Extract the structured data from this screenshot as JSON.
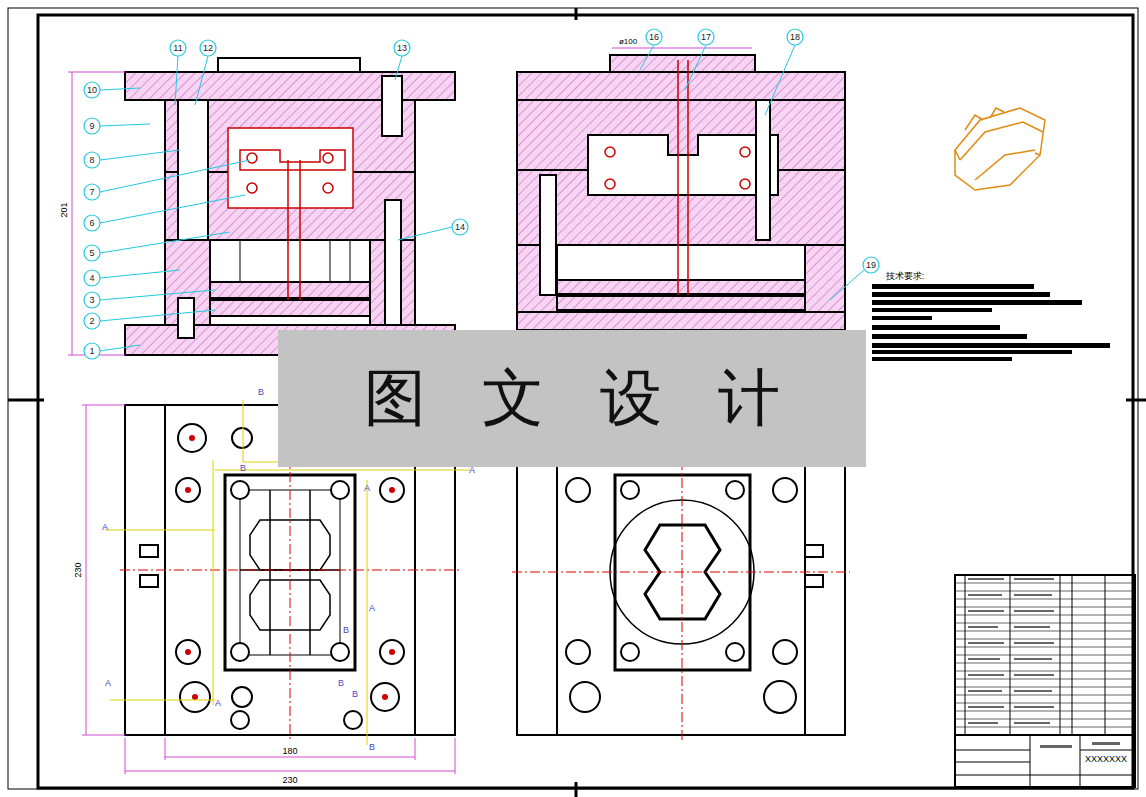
{
  "diagram": {
    "nodes": [
      {
        "text": [
          "图文设计"
        ]
      }
    ],
    "labels": [
      "1",
      "2",
      "3",
      "4",
      "5",
      "6",
      "7",
      "8",
      "9",
      "10",
      "11",
      "12",
      "13",
      "14",
      "16",
      "17",
      "18",
      "19",
      "201",
      "230",
      "180",
      "230",
      "ø100",
      "技术要求:",
      "B",
      "B",
      "A",
      "A",
      "A",
      "A",
      "B",
      "B",
      "B",
      "B",
      "A",
      "A",
      "XXXXXXX"
    ]
  }
}
